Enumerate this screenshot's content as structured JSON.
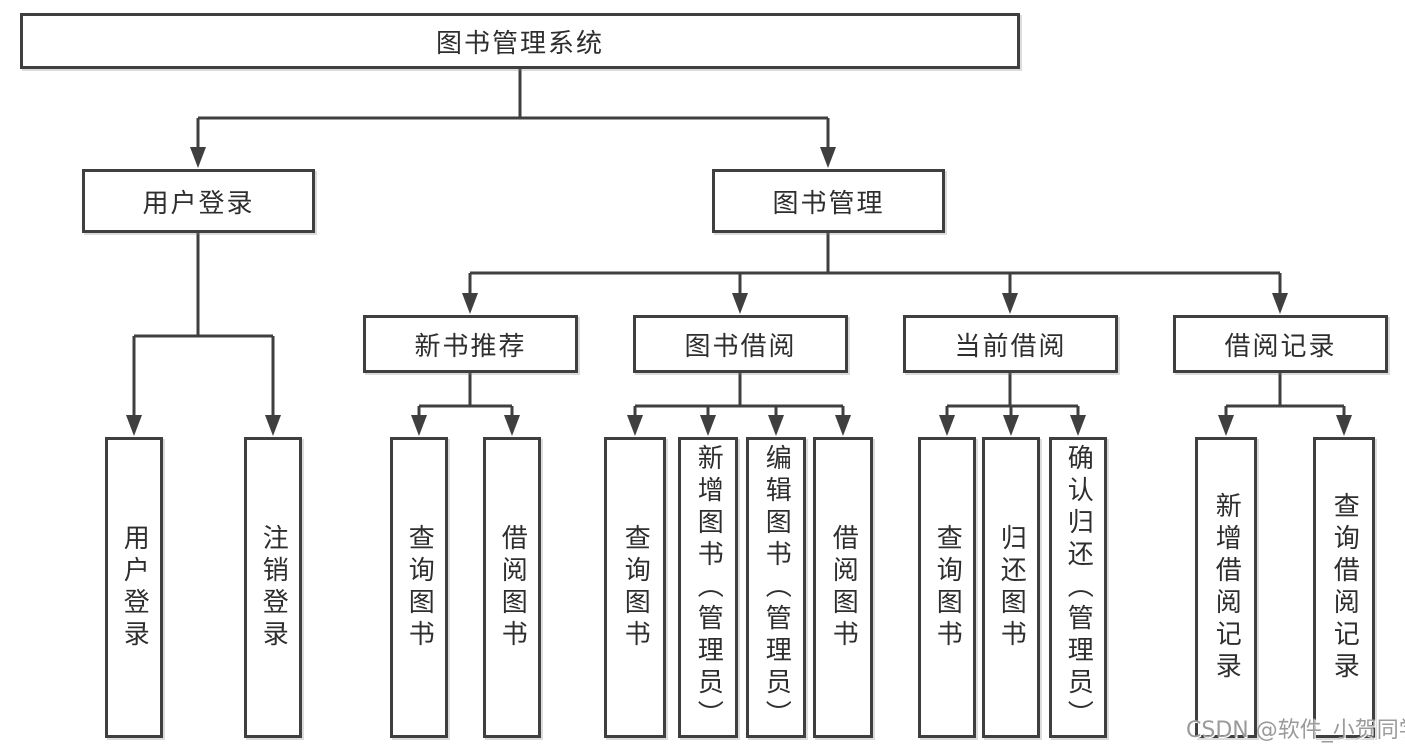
{
  "colors": {
    "line": "#3f3f3f",
    "text": "#2e2e2e",
    "background": "#ffffff",
    "watermark": "#9b9b9b"
  },
  "watermark": {
    "text": "CSDN @软件_小贺同学"
  },
  "tree": {
    "root": {
      "label": "图书管理系统"
    },
    "branches": [
      {
        "label": "用户登录",
        "children": [
          {
            "label": "用户登录"
          },
          {
            "label": "注销登录"
          }
        ]
      },
      {
        "label": "图书管理",
        "children": [
          {
            "label": "新书推荐",
            "children": [
              {
                "label": "查询图书"
              },
              {
                "label": "借阅图书"
              }
            ]
          },
          {
            "label": "图书借阅",
            "children": [
              {
                "label": "查询图书"
              },
              {
                "label": "新增图书（管理员）"
              },
              {
                "label": "编辑图书（管理员）"
              },
              {
                "label": "借阅图书"
              }
            ]
          },
          {
            "label": "当前借阅",
            "children": [
              {
                "label": "查询图书"
              },
              {
                "label": "归还图书"
              },
              {
                "label": "确认归还（管理员）"
              }
            ]
          },
          {
            "label": "借阅记录",
            "children": [
              {
                "label": "新增借阅记录"
              },
              {
                "label": "查询借阅记录"
              }
            ]
          }
        ]
      }
    ]
  }
}
